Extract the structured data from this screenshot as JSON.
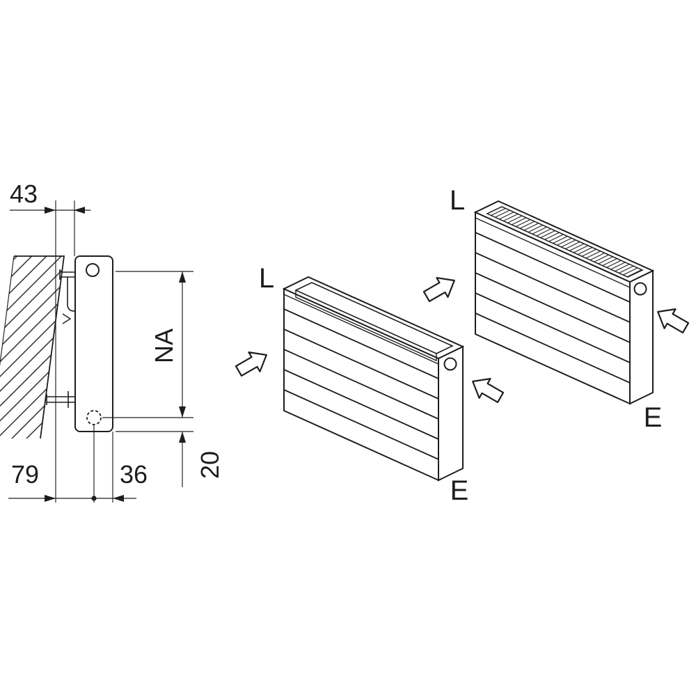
{
  "colors": {
    "background": "#ffffff",
    "line": "#1d1d1d"
  },
  "side_view": {
    "dims": {
      "wall_clearance": "43",
      "hub_distance": "NA",
      "bottom_left": "79",
      "bottom_mid": "36",
      "bottom_right": "20"
    }
  },
  "iso_front_radiator": {
    "inlet_label": "L",
    "outlet_label": "E"
  },
  "iso_back_radiator": {
    "inlet_label": "L",
    "outlet_label": "E"
  }
}
